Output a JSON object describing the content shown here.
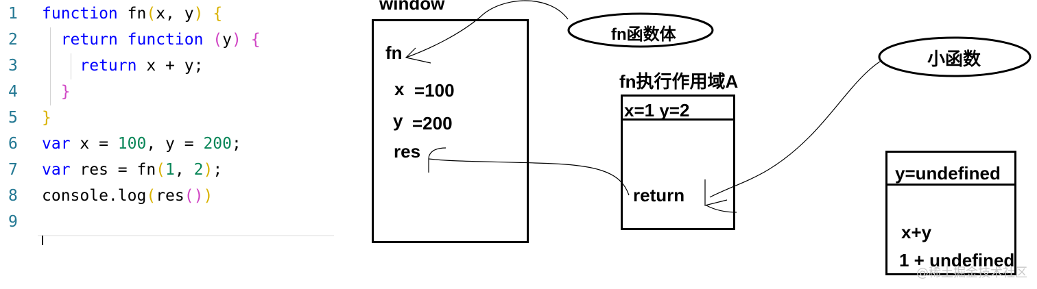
{
  "editor": {
    "lines": [
      {
        "no": "1",
        "tokens": [
          [
            "function",
            "kw"
          ],
          [
            " fn",
            "plain"
          ],
          [
            "(",
            "b1"
          ],
          [
            "x, ",
            "plain"
          ],
          [
            "y",
            "plain"
          ],
          [
            ")",
            "b1"
          ],
          [
            " ",
            "plain"
          ],
          [
            "{",
            "b1"
          ]
        ]
      },
      {
        "no": "2",
        "tokens": [
          [
            "  ",
            "plain"
          ],
          [
            "return",
            "kw"
          ],
          [
            " ",
            "plain"
          ],
          [
            "function",
            "kw"
          ],
          [
            " ",
            "plain"
          ],
          [
            "(",
            "b2"
          ],
          [
            "y",
            "plain"
          ],
          [
            ")",
            "b2"
          ],
          [
            " ",
            "plain"
          ],
          [
            "{",
            "b2"
          ]
        ]
      },
      {
        "no": "3",
        "tokens": [
          [
            "    ",
            "plain"
          ],
          [
            "return",
            "kw"
          ],
          [
            " x + y;",
            "plain"
          ]
        ]
      },
      {
        "no": "4",
        "tokens": [
          [
            "  ",
            "plain"
          ],
          [
            "}",
            "b2"
          ]
        ]
      },
      {
        "no": "5",
        "tokens": [
          [
            "}",
            "b1"
          ]
        ]
      },
      {
        "no": "6",
        "tokens": [
          [
            "var",
            "kw"
          ],
          [
            " x = ",
            "plain"
          ],
          [
            "100",
            "num"
          ],
          [
            ", y = ",
            "plain"
          ],
          [
            "200",
            "num"
          ],
          [
            ";",
            "plain"
          ]
        ]
      },
      {
        "no": "7",
        "tokens": [
          [
            "var",
            "kw"
          ],
          [
            " res = fn",
            "plain"
          ],
          [
            "(",
            "b1"
          ],
          [
            "1",
            "num"
          ],
          [
            ", ",
            "plain"
          ],
          [
            "2",
            "num"
          ],
          [
            ")",
            "b1"
          ],
          [
            ";",
            "plain"
          ]
        ]
      },
      {
        "no": "8",
        "tokens": [
          [
            "console.log",
            "plain"
          ],
          [
            "(",
            "b1"
          ],
          [
            "res",
            "plain"
          ],
          [
            "(",
            "b2"
          ],
          [
            ")",
            "b2"
          ],
          [
            ")",
            "b1"
          ]
        ]
      },
      {
        "no": "9",
        "tokens": []
      }
    ],
    "colors": {
      "kw": "#0000ff",
      "plain": "#000000",
      "num": "#098658",
      "b1": "#d9b200",
      "b2": "#d045c4",
      "b3": "#1a7fd4",
      "gutter": "#237893"
    }
  },
  "diagram": {
    "window_label": "window",
    "window_box": {
      "fn": "fn",
      "x_name": "x",
      "x_value": "=100",
      "y_name": "y",
      "y_value": "=200",
      "res": "res"
    },
    "fn_body_bubble": "fn函数体",
    "scope_title": "fn执行作用域A",
    "scope_box": {
      "header": "x=1 y=2",
      "body": "return"
    },
    "small_fn_bubble": "小函数",
    "inner_box": {
      "header": "y=undefined",
      "line1": "x+y",
      "line2": "1 + undefined"
    }
  },
  "watermark": "@稀土掘金技术社区"
}
